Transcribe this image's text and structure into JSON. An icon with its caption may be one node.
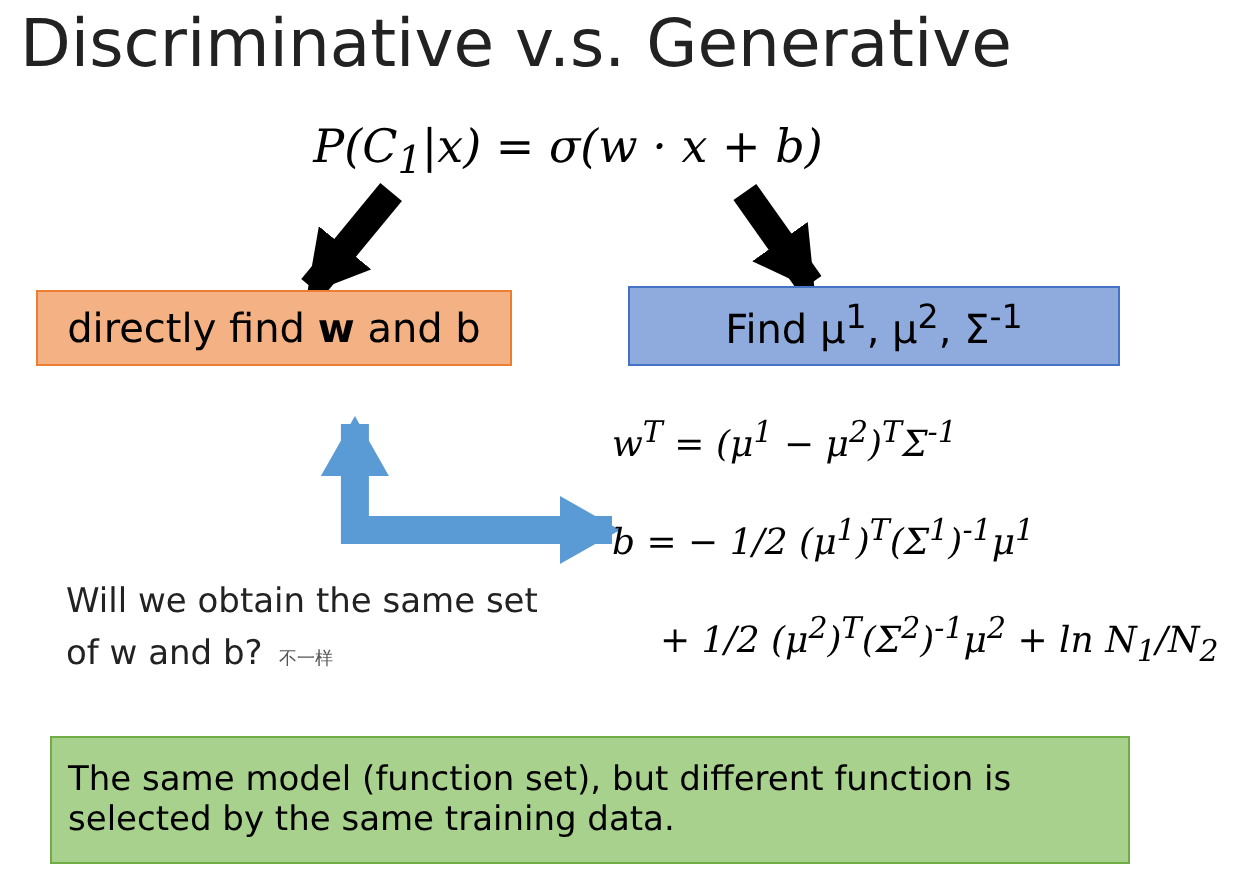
{
  "diagram": {
    "title": "Discriminative v.s. Generative",
    "nodes": [
      {
        "text": [
          "P(C$_{1}$|x) = σ(w · x + b)"
        ]
      },
      {
        "text": [
          "directly find **w** and b"
        ]
      },
      {
        "text": [
          "Find μ$^{1}$, μ$^{2}$, Σ$^{-1}$"
        ]
      },
      {
        "text": [
          "w$^{T}$ = (μ$^{1}$ − μ$^{2}$)$^{T}$Σ$^{-1}$",
          "b = − 1/2 (μ$^{1}$)$^{T}$(Σ$^{1}$)$^{-1}$μ$^{1}$",
          "+ 1/2 (μ$^{2}$)$^{T}$(Σ$^{2}$)$^{-1}$μ$^{2}$ + ln N$_{1}$/N$_{2}$"
        ]
      },
      {
        "text": [
          "The same model (function set), but different function is selected by the same training data."
        ]
      }
    ],
    "edges": [
      {
        "from": 0,
        "to": 1,
        "arrow": "to"
      },
      {
        "from": 0,
        "to": 2,
        "arrow": "to"
      },
      {
        "from": 1,
        "to": 3,
        "arrow": "both",
        "color": "#5b9bd5"
      }
    ],
    "labels": [
      "Will we obtain the same set of w and b?",
      "不一样"
    ]
  }
}
